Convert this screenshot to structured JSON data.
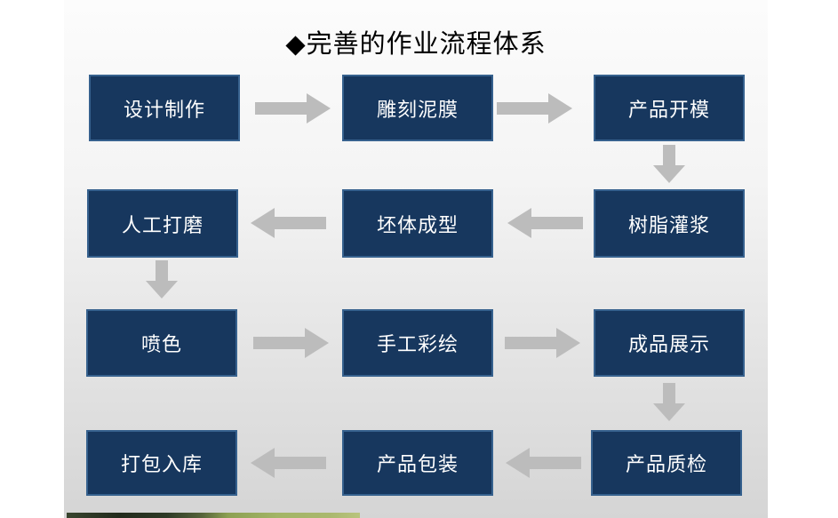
{
  "title": "◆完善的作业流程体系",
  "nodes": [
    {
      "label": "设计制作"
    },
    {
      "label": "雕刻泥膜"
    },
    {
      "label": "产品开模"
    },
    {
      "label": "人工打磨"
    },
    {
      "label": "坯体成型"
    },
    {
      "label": "树脂灌浆"
    },
    {
      "label": "喷色"
    },
    {
      "label": "手工彩绘"
    },
    {
      "label": "成品展示"
    },
    {
      "label": "打包入库"
    },
    {
      "label": "产品包装"
    },
    {
      "label": "产品质检"
    }
  ],
  "arrows": [
    {
      "from": "设计制作",
      "to": "雕刻泥膜",
      "direction": "right"
    },
    {
      "from": "雕刻泥膜",
      "to": "产品开模",
      "direction": "right"
    },
    {
      "from": "产品开模",
      "to": "树脂灌浆",
      "direction": "down"
    },
    {
      "from": "树脂灌浆",
      "to": "坯体成型",
      "direction": "left"
    },
    {
      "from": "坯体成型",
      "to": "人工打磨",
      "direction": "left"
    },
    {
      "from": "人工打磨",
      "to": "喷色",
      "direction": "down"
    },
    {
      "from": "喷色",
      "to": "手工彩绘",
      "direction": "right"
    },
    {
      "from": "手工彩绘",
      "to": "成品展示",
      "direction": "right"
    },
    {
      "from": "成品展示",
      "to": "产品质检",
      "direction": "down"
    },
    {
      "from": "产品质检",
      "to": "产品包装",
      "direction": "left"
    },
    {
      "from": "产品包装",
      "to": "打包入库",
      "direction": "left"
    }
  ],
  "colors": {
    "box_fill": "#17375e",
    "box_border": "#36618e",
    "box_text": "#ffffff",
    "arrow": "#bcbcbc",
    "title_text": "#000000",
    "slide_bg_top": "#fcfcfc",
    "slide_bg_bottom": "#d5d5d5"
  }
}
